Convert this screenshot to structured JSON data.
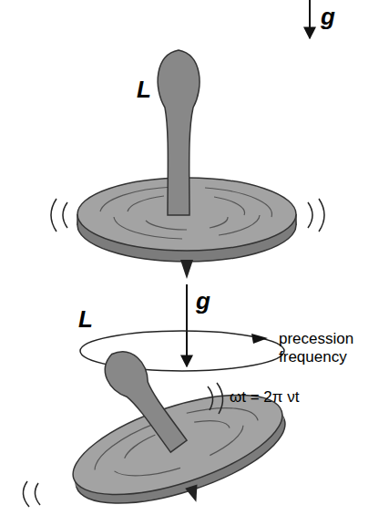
{
  "diagram": {
    "labels": [
      "g",
      "L",
      "g",
      "L",
      "precession frequency",
      "ωt = 2π νt"
    ]
  }
}
